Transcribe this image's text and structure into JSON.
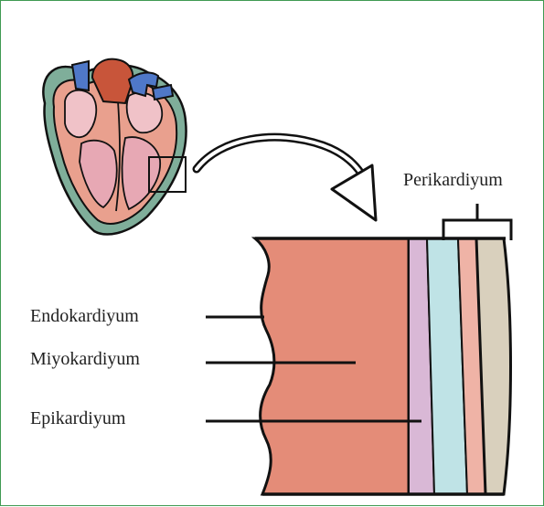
{
  "labels": {
    "pericardium": "Perikardiyum",
    "endocardium": "Endokardiyum",
    "myocardium": "Miyokardiyum",
    "epicardium": "Epikardiyum"
  },
  "colors": {
    "frame_border": "#3f9a52",
    "myocardium": "#e48c78",
    "endo_layer": "#d9b8d6",
    "serous_layer": "#bfe3e6",
    "parietal_layer": "#efb3a6",
    "fibrous_layer": "#d9d0bd",
    "heart_outer": "#7fae9a",
    "vessel_blue": "#4f78c8",
    "aorta_red": "#c8553a",
    "outline": "#111111"
  },
  "icons": {
    "heart": "heart-cross-section-illustration",
    "arrow": "curved-arrow"
  }
}
